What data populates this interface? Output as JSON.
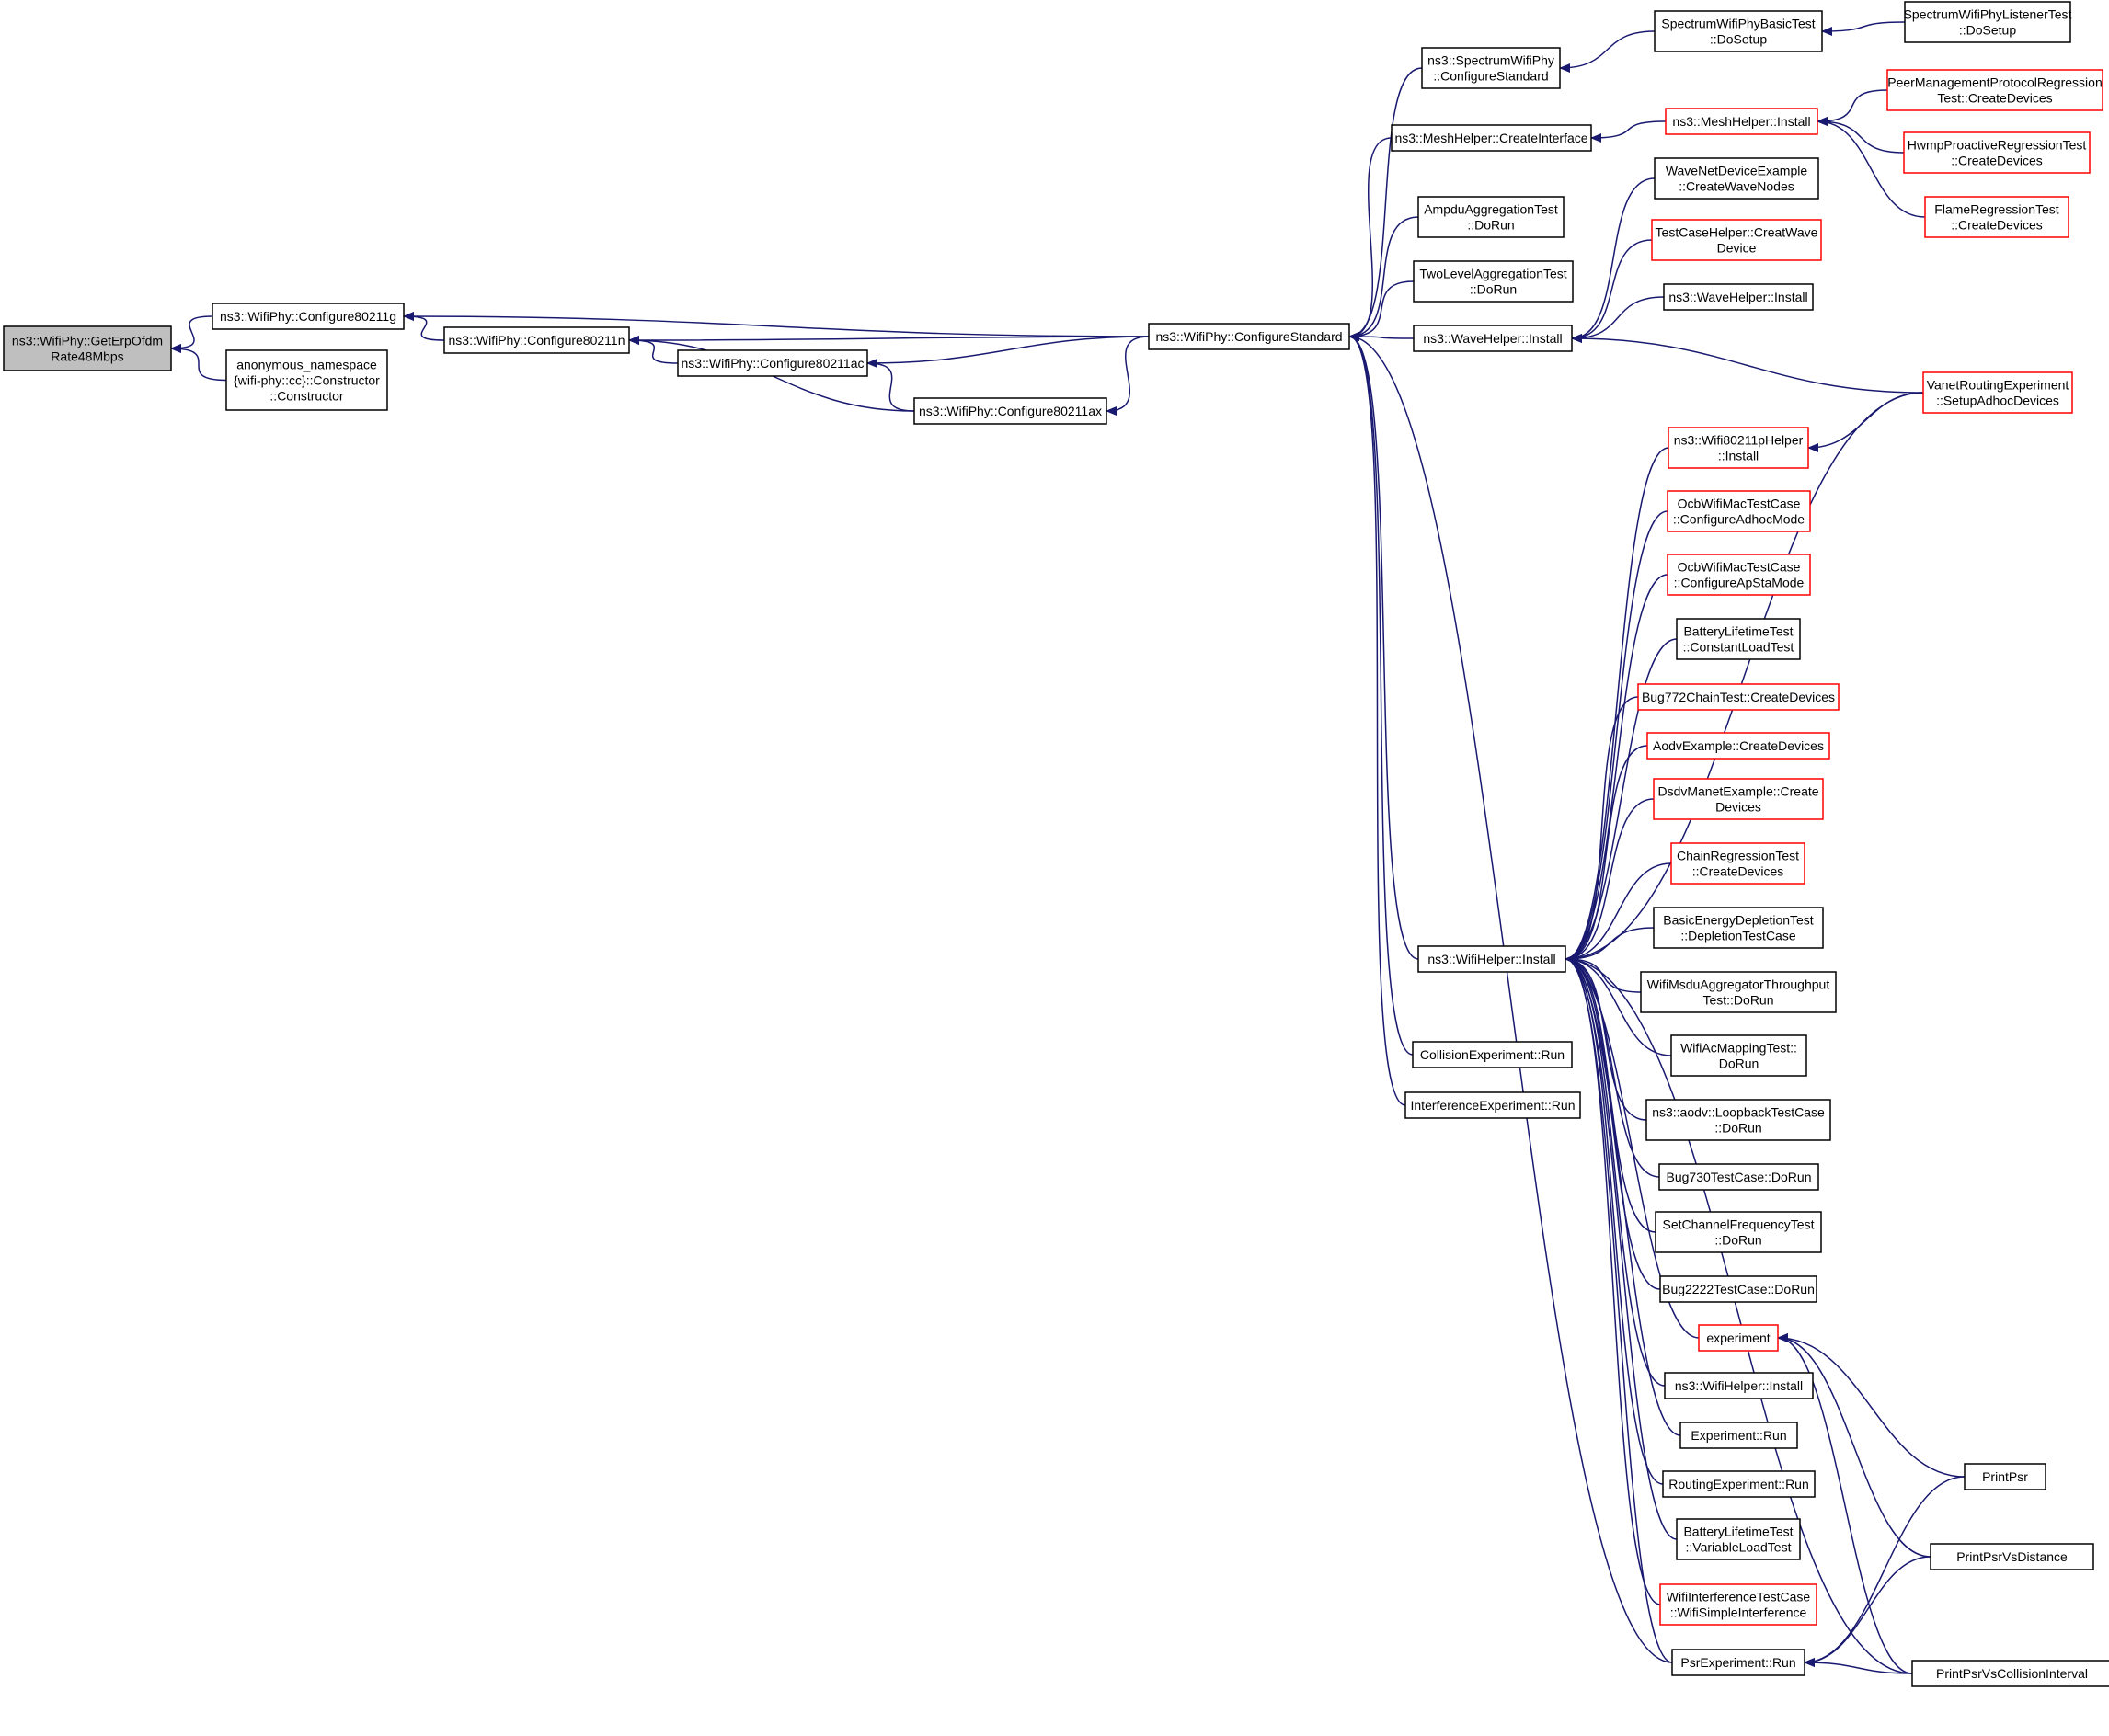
{
  "nodes": [
    {
      "id": "getErp",
      "lines": [
        "ns3::WifiPhy::GetErpOfdm",
        "Rate48Mbps"
      ],
      "root": true
    },
    {
      "id": "c11g",
      "lines": [
        "ns3::WifiPhy::Configure80211g"
      ]
    },
    {
      "id": "anon",
      "lines": [
        "anonymous_namespace",
        "{wifi-phy::cc}::Constructor",
        "::Constructor"
      ]
    },
    {
      "id": "c11n",
      "lines": [
        "ns3::WifiPhy::Configure80211n"
      ]
    },
    {
      "id": "c11ac",
      "lines": [
        "ns3::WifiPhy::Configure80211ac"
      ]
    },
    {
      "id": "c11ax",
      "lines": [
        "ns3::WifiPhy::Configure80211ax"
      ]
    },
    {
      "id": "cfgStd",
      "lines": [
        "ns3::WifiPhy::ConfigureStandard"
      ]
    },
    {
      "id": "specCfg",
      "lines": [
        "ns3::SpectrumWifiPhy",
        "::ConfigureStandard"
      ]
    },
    {
      "id": "meshCI",
      "lines": [
        "ns3::MeshHelper::CreateInterface"
      ]
    },
    {
      "id": "ampdu",
      "lines": [
        "AmpduAggregationTest",
        "::DoRun"
      ]
    },
    {
      "id": "twoLevel",
      "lines": [
        "TwoLevelAggregationTest",
        "::DoRun"
      ]
    },
    {
      "id": "waveInst",
      "lines": [
        "ns3::WaveHelper::Install"
      ]
    },
    {
      "id": "wifiHInst",
      "lines": [
        "ns3::WifiHelper::Install"
      ]
    },
    {
      "id": "collRun",
      "lines": [
        "CollisionExperiment::Run"
      ]
    },
    {
      "id": "interfRun",
      "lines": [
        "InterferenceExperiment::Run"
      ]
    },
    {
      "id": "specBasic",
      "lines": [
        "SpectrumWifiPhyBasicTest",
        "::DoSetup"
      ]
    },
    {
      "id": "specListener",
      "lines": [
        "SpectrumWifiPhyListenerTest",
        "::DoSetup"
      ]
    },
    {
      "id": "meshInst",
      "lines": [
        "ns3::MeshHelper::Install"
      ],
      "truncated": true
    },
    {
      "id": "peerMgmt",
      "lines": [
        "PeerManagementProtocolRegression",
        "Test::CreateDevices"
      ],
      "truncated": true
    },
    {
      "id": "hwmp",
      "lines": [
        "HwmpProactiveRegressionTest",
        "::CreateDevices"
      ],
      "truncated": true
    },
    {
      "id": "flame",
      "lines": [
        "FlameRegressionTest",
        "::CreateDevices"
      ],
      "truncated": true
    },
    {
      "id": "waveNet",
      "lines": [
        "WaveNetDeviceExample",
        "::CreateWaveNodes"
      ]
    },
    {
      "id": "testCaseHelper",
      "lines": [
        "TestCaseHelper::CreatWave",
        "Device"
      ],
      "truncated": true
    },
    {
      "id": "waveInst2",
      "lines": [
        "ns3::WaveHelper::Install"
      ]
    },
    {
      "id": "vanet",
      "lines": [
        "VanetRoutingExperiment",
        "::SetupAdhocDevices"
      ],
      "truncated": true
    },
    {
      "id": "w80211p",
      "lines": [
        "ns3::Wifi80211pHelper",
        "::Install"
      ],
      "truncated": true
    },
    {
      "id": "ocbAdhoc",
      "lines": [
        "OcbWifiMacTestCase",
        "::ConfigureAdhocMode"
      ],
      "truncated": true
    },
    {
      "id": "ocbApSta",
      "lines": [
        "OcbWifiMacTestCase",
        "::ConfigureApStaMode"
      ],
      "truncated": true
    },
    {
      "id": "batConst",
      "lines": [
        "BatteryLifetimeTest",
        "::ConstantLoadTest"
      ]
    },
    {
      "id": "bug772",
      "lines": [
        "Bug772ChainTest::CreateDevices"
      ],
      "truncated": true
    },
    {
      "id": "aodvEx",
      "lines": [
        "AodvExample::CreateDevices"
      ],
      "truncated": true
    },
    {
      "id": "dsdv",
      "lines": [
        "DsdvManetExample::Create",
        "Devices"
      ],
      "truncated": true
    },
    {
      "id": "chainReg",
      "lines": [
        "ChainRegressionTest",
        "::CreateDevices"
      ],
      "truncated": true
    },
    {
      "id": "basicEnergy",
      "lines": [
        "BasicEnergyDepletionTest",
        "::DepletionTestCase"
      ]
    },
    {
      "id": "msdu",
      "lines": [
        "WifiMsduAggregatorThroughput",
        "Test::DoRun"
      ]
    },
    {
      "id": "acMap",
      "lines": [
        "WifiAcMappingTest::",
        "DoRun"
      ]
    },
    {
      "id": "aodvLoop",
      "lines": [
        "ns3::aodv::LoopbackTestCase",
        "::DoRun"
      ]
    },
    {
      "id": "bug730",
      "lines": [
        "Bug730TestCase::DoRun"
      ]
    },
    {
      "id": "setChan",
      "lines": [
        "SetChannelFrequencyTest",
        "::DoRun"
      ]
    },
    {
      "id": "bug2222",
      "lines": [
        "Bug2222TestCase::DoRun"
      ]
    },
    {
      "id": "experiment",
      "lines": [
        "experiment"
      ],
      "truncated": true
    },
    {
      "id": "wifiHInst2",
      "lines": [
        "ns3::WifiHelper::Install"
      ]
    },
    {
      "id": "expRun",
      "lines": [
        "Experiment::Run"
      ]
    },
    {
      "id": "routingRun",
      "lines": [
        "RoutingExperiment::Run"
      ]
    },
    {
      "id": "batVar",
      "lines": [
        "BatteryLifetimeTest",
        "::VariableLoadTest"
      ]
    },
    {
      "id": "wifiInterf",
      "lines": [
        "WifiInterferenceTestCase",
        "::WifiSimpleInterference"
      ],
      "truncated": true
    },
    {
      "id": "psrRun",
      "lines": [
        "PsrExperiment::Run"
      ]
    },
    {
      "id": "printPsr",
      "lines": [
        "PrintPsr"
      ]
    },
    {
      "id": "printPsrDist",
      "lines": [
        "PrintPsrVsDistance"
      ]
    },
    {
      "id": "printPsrColl",
      "lines": [
        "PrintPsrVsCollisionInterval"
      ]
    }
  ],
  "edges": [
    [
      "c11g",
      "getErp"
    ],
    [
      "anon",
      "getErp"
    ],
    [
      "c11n",
      "c11g"
    ],
    [
      "cfgStd",
      "c11g"
    ],
    [
      "cfgStd",
      "c11n"
    ],
    [
      "c11ac",
      "c11n"
    ],
    [
      "c11ax",
      "c11n"
    ],
    [
      "cfgStd",
      "c11ac"
    ],
    [
      "c11ax",
      "c11ac"
    ],
    [
      "cfgStd",
      "c11ax"
    ],
    [
      "specCfg",
      "cfgStd"
    ],
    [
      "meshCI",
      "cfgStd"
    ],
    [
      "ampdu",
      "cfgStd"
    ],
    [
      "twoLevel",
      "cfgStd"
    ],
    [
      "waveInst",
      "cfgStd"
    ],
    [
      "wifiHInst",
      "cfgStd"
    ],
    [
      "collRun",
      "cfgStd"
    ],
    [
      "interfRun",
      "cfgStd"
    ],
    [
      "psrRun",
      "cfgStd"
    ],
    [
      "specBasic",
      "specCfg"
    ],
    [
      "specListener",
      "specBasic"
    ],
    [
      "meshInst",
      "meshCI"
    ],
    [
      "peerMgmt",
      "meshInst"
    ],
    [
      "hwmp",
      "meshInst"
    ],
    [
      "flame",
      "meshInst"
    ],
    [
      "waveNet",
      "waveInst"
    ],
    [
      "testCaseHelper",
      "waveInst"
    ],
    [
      "waveInst2",
      "waveInst"
    ],
    [
      "vanet",
      "waveInst"
    ],
    [
      "vanet",
      "wifiHInst"
    ],
    [
      "w80211p",
      "wifiHInst"
    ],
    [
      "vanet",
      "w80211p"
    ],
    [
      "ocbAdhoc",
      "wifiHInst"
    ],
    [
      "ocbApSta",
      "wifiHInst"
    ],
    [
      "batConst",
      "wifiHInst"
    ],
    [
      "bug772",
      "wifiHInst"
    ],
    [
      "aodvEx",
      "wifiHInst"
    ],
    [
      "dsdv",
      "wifiHInst"
    ],
    [
      "chainReg",
      "wifiHInst"
    ],
    [
      "basicEnergy",
      "wifiHInst"
    ],
    [
      "msdu",
      "wifiHInst"
    ],
    [
      "acMap",
      "wifiHInst"
    ],
    [
      "aodvLoop",
      "wifiHInst"
    ],
    [
      "bug730",
      "wifiHInst"
    ],
    [
      "setChan",
      "wifiHInst"
    ],
    [
      "bug2222",
      "wifiHInst"
    ],
    [
      "experiment",
      "wifiHInst"
    ],
    [
      "wifiHInst2",
      "wifiHInst"
    ],
    [
      "expRun",
      "wifiHInst"
    ],
    [
      "routingRun",
      "wifiHInst"
    ],
    [
      "batVar",
      "wifiHInst"
    ],
    [
      "wifiInterf",
      "wifiHInst"
    ],
    [
      "psrRun",
      "wifiHInst"
    ],
    [
      "printPsrColl",
      "wifiHInst"
    ],
    [
      "printPsr",
      "experiment"
    ],
    [
      "printPsrDist",
      "experiment"
    ],
    [
      "printPsrColl",
      "experiment"
    ],
    [
      "printPsr",
      "psrRun"
    ],
    [
      "printPsrDist",
      "psrRun"
    ],
    [
      "printPsrColl",
      "psrRun"
    ]
  ]
}
